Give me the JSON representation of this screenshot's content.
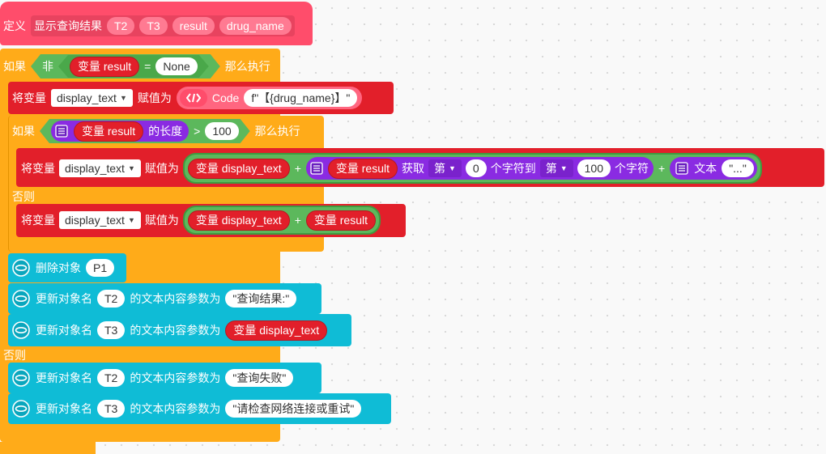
{
  "define": {
    "label": "定义",
    "name": "显示查询结果",
    "params": [
      "T2",
      "T3",
      "result",
      "drug_name"
    ]
  },
  "if_outer": {
    "if": "如果",
    "not": "非",
    "var": "变量 result",
    "eq": "=",
    "value": "None",
    "then": "那么执行"
  },
  "assign1": {
    "set": "将变量",
    "var": "display_text",
    "to": "赋值为",
    "code_label": "Code",
    "code_value": "f\"【{drug_name}】\""
  },
  "if_inner": {
    "if": "如果",
    "var": "变量 result",
    "len": "的长度",
    "gt": ">",
    "value": "100",
    "then": "那么执行"
  },
  "assign2": {
    "set": "将变量",
    "var": "display_text",
    "to": "赋值为",
    "operand1": "变量 display_text",
    "plus": "+",
    "result_var": "变量 result",
    "get": "获取",
    "nth1": "第",
    "from": "0",
    "to_char": "个字符到",
    "nth2": "第",
    "to_val": "100",
    "chars": "个字符",
    "plus2": "+",
    "text_label": "文本",
    "text_value": "\"...\""
  },
  "else_inner": "否则",
  "assign3": {
    "set": "将变量",
    "var": "display_text",
    "to": "赋值为",
    "operand1": "变量 display_text",
    "plus": "+",
    "operand2": "变量 result"
  },
  "actions_true": [
    {
      "kind": "delete",
      "label": "删除对象",
      "obj": "P1"
    },
    {
      "kind": "update",
      "label": "更新对象名",
      "obj": "T2",
      "suffix": "的文本内容参数为",
      "value": "\"查询结果:\""
    },
    {
      "kind": "update_var",
      "label": "更新对象名",
      "obj": "T3",
      "suffix": "的文本内容参数为",
      "value": "变量 display_text"
    }
  ],
  "else_outer": "否则",
  "actions_false": [
    {
      "label": "更新对象名",
      "obj": "T2",
      "suffix": "的文本内容参数为",
      "value": "\"查询失败\""
    },
    {
      "label": "更新对象名",
      "obj": "T3",
      "suffix": "的文本内容参数为",
      "value": "\"请检查网络连接或重试\""
    }
  ],
  "colors": {
    "define": "#ff4d6b",
    "control": "#ffab19",
    "variable": "#e21f2a",
    "logic": "#5cb85c",
    "list": "#8a2be2",
    "sprite": "#0fbcd6",
    "code": "#ff6680"
  }
}
